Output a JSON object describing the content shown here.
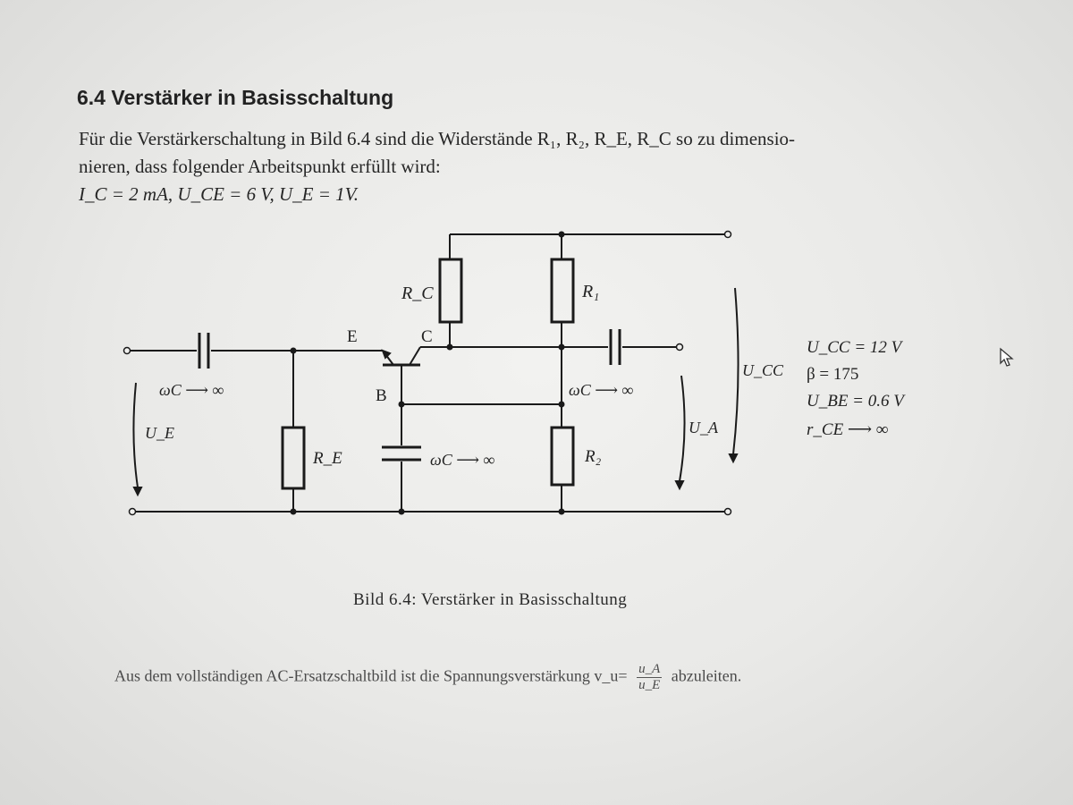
{
  "section": {
    "number": "6.4",
    "title": "Verstärker in Basisschaltung"
  },
  "intro": {
    "line1": "Für die Verstärkerschaltung in Bild 6.4 sind die Widerstände R₁, R₂, R_E, R_C so zu dimensio-",
    "line2": "nieren, dass folgender Arbeitspunkt erfüllt wird:",
    "line3": "I_C = 2 mA, U_CE = 6 V, U_E = 1V."
  },
  "circuit": {
    "labels": {
      "rc": "R_C",
      "r1": "R₁",
      "r2": "R₂",
      "re": "R_E",
      "emitter": "E",
      "collector": "C",
      "base": "B",
      "wc_left": "ωC ⟶ ∞",
      "wc_right": "ωC ⟶ ∞",
      "wc_bottom": "ωC ⟶ ∞",
      "ue": "U_E",
      "ua": "U_A",
      "ucc": "U_CC"
    },
    "parameters": [
      "U_CC = 12 V",
      "β = 175",
      "U_BE = 0.6 V",
      "r_CE ⟶ ∞"
    ]
  },
  "caption": "Bild 6.4: Verstärker in Basisschaltung",
  "bottom": {
    "text_before": "Aus dem vollständigen AC-Ersatzschaltbild ist die Spannungsverstärkung v_u=",
    "frac_num": "u_A",
    "frac_den": "u_E",
    "text_after": "abzuleiten."
  }
}
